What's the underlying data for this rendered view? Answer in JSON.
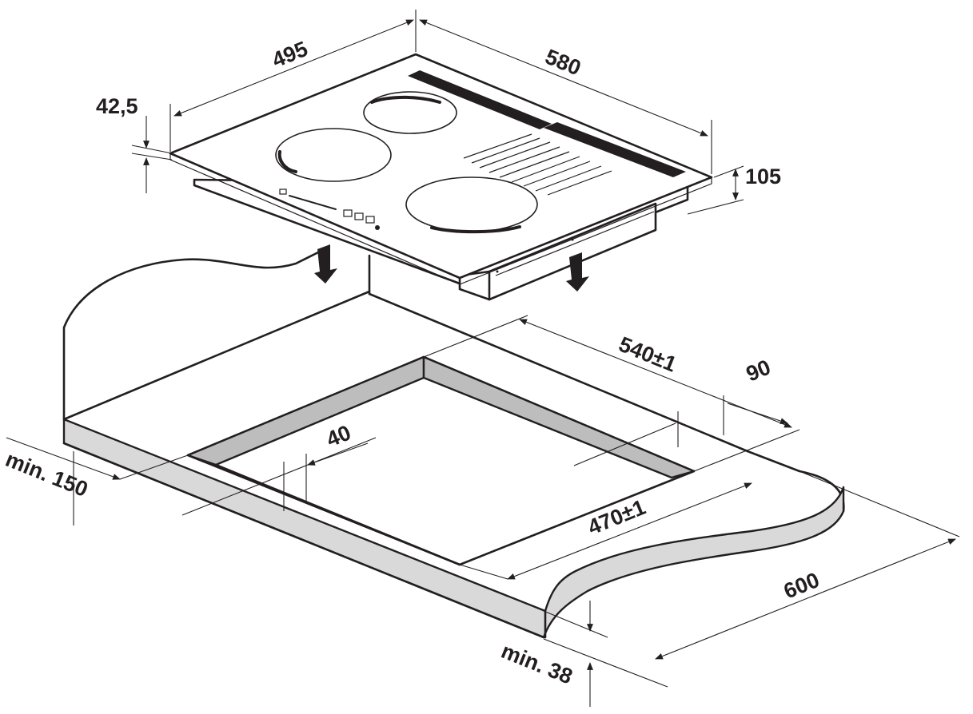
{
  "dimensions": {
    "hob_depth": "495",
    "hob_width": "580",
    "glass_thickness": "42,5",
    "hob_height": "105",
    "cutout_width": "540±1",
    "cutout_depth": "470±1",
    "front_edge_margin": "40",
    "rear_margin": "90",
    "wall_clearance": "min. 150",
    "worktop_depth": "600",
    "worktop_thickness": "min. 38"
  },
  "colors": {
    "line": "#231f20",
    "worktop_edge": "#d9d9d9",
    "cutout_wall": "#bdbdbd"
  }
}
